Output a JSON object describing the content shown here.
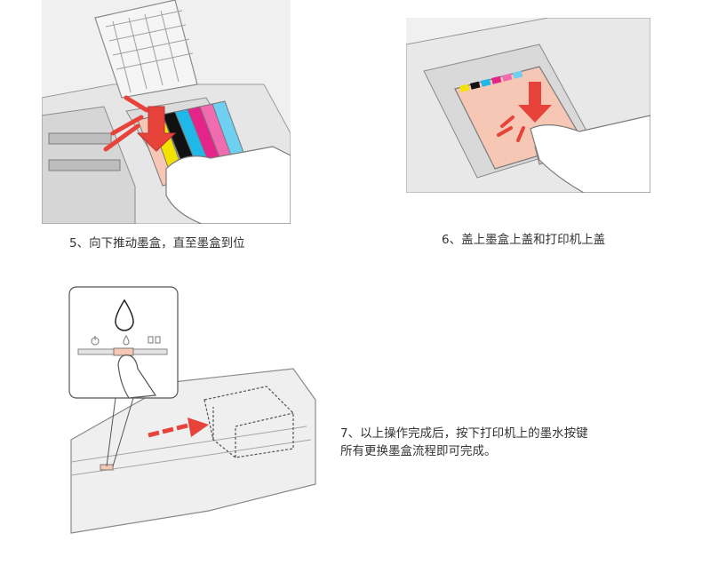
{
  "steps": [
    {
      "id": "step5",
      "caption": "5、向下推动墨盒，直至墨盒到位"
    },
    {
      "id": "step6",
      "caption": "6、盖上墨盒上盖和打印机上盖"
    },
    {
      "id": "step7",
      "caption_lines": [
        "7、以上操作完成后，按下打印机上的墨水按键",
        "所有更换墨盒流程即可完成。"
      ]
    }
  ],
  "icons": [
    "power-icon",
    "ink-drop-icon",
    "paper-icon"
  ],
  "colors": {
    "accent_red": "#e8433a",
    "cartridge_pink": "#f6c7b4",
    "line_gray": "#8a8a8a",
    "body_gray": "#ececec",
    "ink_yellow": "#f2e200",
    "ink_black": "#111111",
    "ink_cyan": "#20b8e8",
    "ink_magenta": "#e5248a",
    "ink_light_magenta": "#f06bb0",
    "ink_light_cyan": "#6ecff0"
  }
}
